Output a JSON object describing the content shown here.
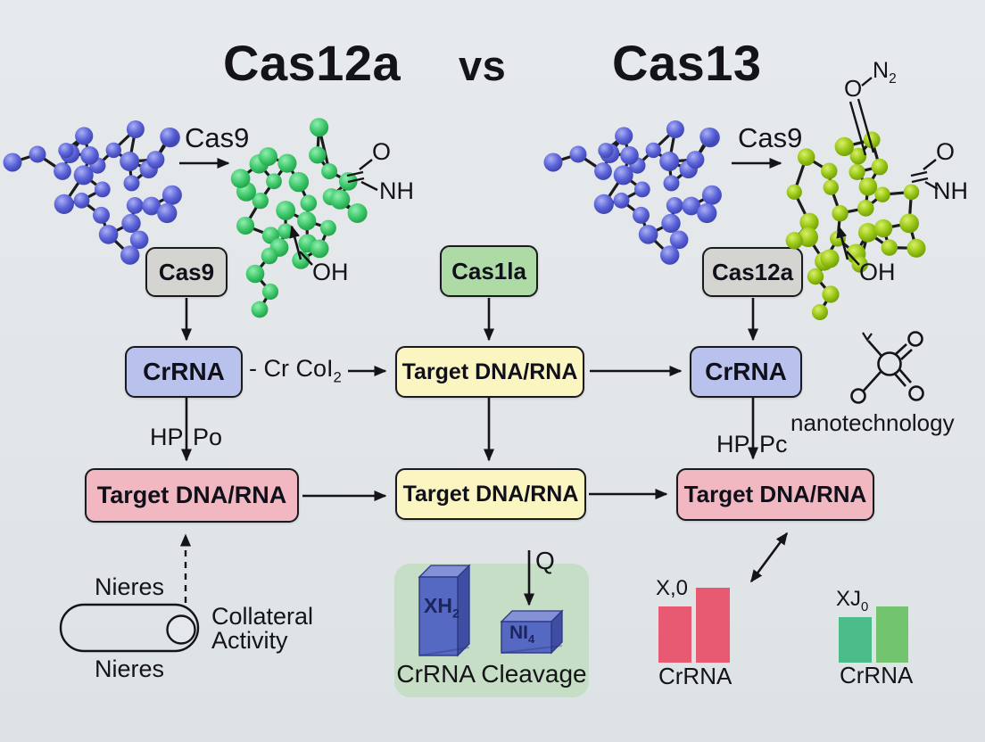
{
  "title": {
    "left": "Cas12a",
    "vs": "vs",
    "right": "Cas13"
  },
  "colors": {
    "background": "#e3e7ea",
    "box_gray": "#d4d4d1",
    "box_blue": "#b9c2ed",
    "box_yellow": "#fbf5c2",
    "box_pink": "#f2b8c2",
    "box_green": "#aedaa6",
    "panel_green": "#c6dec5",
    "bar_red": "#e85a72",
    "bar_teal": "#4bbd8b",
    "bar_green": "#72c46e",
    "bar3d_blue_front": "#5569c2",
    "molecule_blue": "#5a62d8",
    "molecule_green": "#3ec86a",
    "molecule_lime": "#97c614",
    "ink": "#141418"
  },
  "top_left": {
    "arrow_label": "Cas9",
    "o": "O",
    "nh": "NH",
    "oh": "OH"
  },
  "top_right": {
    "arrow_label": "Cas9",
    "o_top": "O",
    "n2_base": "N",
    "n2_sub": "2",
    "o": "O",
    "nh": "NH",
    "oh": "OH"
  },
  "flow": {
    "row1": {
      "left": "Cas9",
      "middle": "Cas1la",
      "right": "Cas12a"
    },
    "row2": {
      "left": "CrRNA",
      "middle": "Target DNA/RNA",
      "right": "CrRNA"
    },
    "row3": {
      "left": "Target DNA/RNA",
      "middle": "Target DNA/RNA",
      "right": "Target DNA/RNA"
    },
    "cross_label_base": "- Cr CoI",
    "cross_label_sub": "2",
    "hp_left": "HP",
    "po": "Po",
    "hp_right": "HP",
    "pc": "Pc"
  },
  "nanotech_label": "nanotechnology",
  "collateral": {
    "top": "Nieres",
    "bottom": "Nieres",
    "line1": "Collateral",
    "line2": "Activity"
  },
  "cleavage": {
    "bar1_base": "XH",
    "bar1_sub": "2",
    "bar2_base": "NI",
    "bar2_sub": "4",
    "q": "Q",
    "caption": "CrRNA Cleavage"
  },
  "red_chart": {
    "annotation": "X,0",
    "xlabel": "CrRNA"
  },
  "green_chart": {
    "annotation_base": "XJ",
    "annotation_sub": "0",
    "xlabel": "CrRNA"
  },
  "chart_data": [
    {
      "id": "cleavage",
      "type": "bar",
      "title": "CrRNA Cleavage",
      "categories": [
        "XH2",
        "NI4"
      ],
      "values": [
        1.0,
        0.4
      ],
      "style": "3d-blue-prisms",
      "annotation": "Q arrow points to NI4 bar"
    },
    {
      "id": "red",
      "type": "bar",
      "annotation": "X,0",
      "xlabel": "CrRNA",
      "categories": [
        "bar1",
        "bar2"
      ],
      "values": [
        0.75,
        1.0
      ],
      "color": "#e85a72"
    },
    {
      "id": "green",
      "type": "bar",
      "annotation": "XJ0",
      "xlabel": "CrRNA",
      "categories": [
        "bar1",
        "bar2"
      ],
      "values": [
        0.81,
        1.0
      ],
      "colors": [
        "#4bbd8b",
        "#72c46e"
      ]
    }
  ]
}
